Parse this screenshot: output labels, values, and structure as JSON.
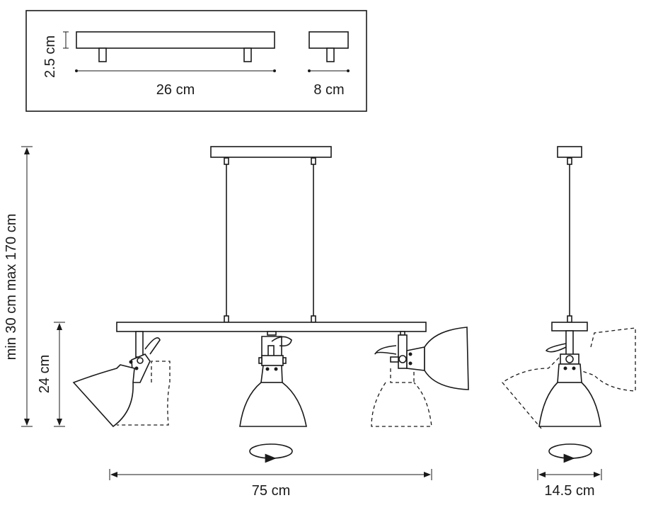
{
  "canopy_detail": {
    "height_label": "2.5 cm",
    "length_label": "26 cm",
    "width_label": "8 cm"
  },
  "front_view": {
    "total_height_label": "min 30 cm max 170 cm",
    "lamp_height_label": "24 cm",
    "length_label": "75 cm"
  },
  "side_view": {
    "width_label": "14.5 cm"
  },
  "colors": {
    "line": "#1a1a1a",
    "background": "#ffffff"
  }
}
